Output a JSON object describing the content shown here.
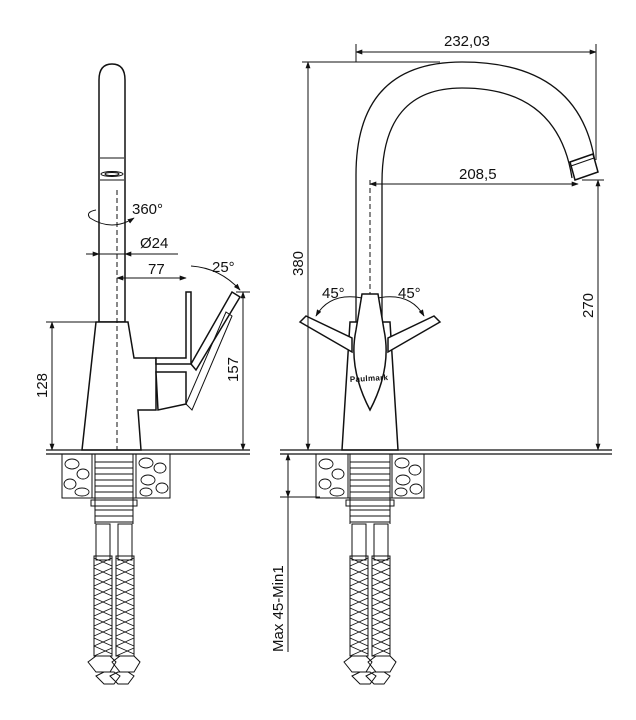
{
  "dimensions": {
    "top_width": "232,03",
    "spout_reach": "208,5",
    "total_height": "380",
    "spout_height": "270",
    "rotation": "360°",
    "diameter": "Ø24",
    "handle_offset": "77",
    "handle_angle": "25°",
    "body_height": "128",
    "handle_height": "157",
    "angle_left": "45°",
    "angle_right": "45°",
    "mount_thickness": "Max 45-Min1"
  },
  "brand": "Paulmark",
  "colors": {
    "line": "#111111",
    "background": "#ffffff"
  }
}
